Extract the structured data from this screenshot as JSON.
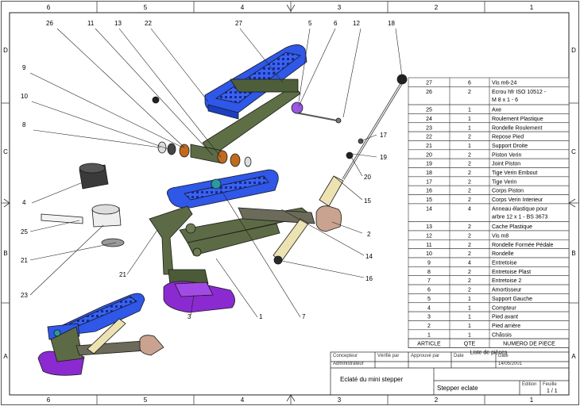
{
  "zones": {
    "columns": [
      "6",
      "5",
      "4",
      "3",
      "2",
      "1"
    ],
    "rows": [
      "D",
      "C",
      "B",
      "A"
    ]
  },
  "callouts": [
    "26",
    "11",
    "13",
    "22",
    "27",
    "5",
    "6",
    "12",
    "18",
    "9",
    "10",
    "8",
    "4",
    "25",
    "21",
    "21",
    "23",
    "3",
    "1",
    "7",
    "16",
    "14",
    "2",
    "15",
    "20",
    "19",
    "17"
  ],
  "parts_list": {
    "caption": "Liste de pièces",
    "header": {
      "article": "ARTICLE",
      "qty": "QTE",
      "name": "NUMERO DE PIECE"
    },
    "rows": [
      {
        "article": "27",
        "qty": "6",
        "name": "Vis m6-24"
      },
      {
        "article": "26",
        "qty": "2",
        "name": "Ecrou hfr ISO 10512 - M 8 x 1 - 6"
      },
      {
        "article": "25",
        "qty": "1",
        "name": "Axe"
      },
      {
        "article": "24",
        "qty": "1",
        "name": "Roulement Plastique"
      },
      {
        "article": "23",
        "qty": "1",
        "name": "Rondelle Roulement"
      },
      {
        "article": "22",
        "qty": "2",
        "name": "Repose Pied"
      },
      {
        "article": "21",
        "qty": "1",
        "name": "Support Droite"
      },
      {
        "article": "20",
        "qty": "2",
        "name": "Piston Verin"
      },
      {
        "article": "19",
        "qty": "2",
        "name": "Joint Piston"
      },
      {
        "article": "18",
        "qty": "2",
        "name": "Tige Verin Embout"
      },
      {
        "article": "17",
        "qty": "2",
        "name": "Tige Verin"
      },
      {
        "article": "16",
        "qty": "2",
        "name": "Corps Piston"
      },
      {
        "article": "15",
        "qty": "2",
        "name": "Corps Verin Interieur"
      },
      {
        "article": "14",
        "qty": "4",
        "name": "Anneau élastique pour arbre 12 x 1 - BS 3673"
      },
      {
        "article": "13",
        "qty": "2",
        "name": "Cache Plastique"
      },
      {
        "article": "12",
        "qty": "2",
        "name": "Vis m8"
      },
      {
        "article": "11",
        "qty": "2",
        "name": "Rondelle Formée Pédale"
      },
      {
        "article": "10",
        "qty": "2",
        "name": "Rondelle"
      },
      {
        "article": "9",
        "qty": "4",
        "name": "Entretoise"
      },
      {
        "article": "8",
        "qty": "2",
        "name": "Entretoise Plast"
      },
      {
        "article": "7",
        "qty": "2",
        "name": "Entretoise 2"
      },
      {
        "article": "6",
        "qty": "2",
        "name": "Amortisseur"
      },
      {
        "article": "5",
        "qty": "1",
        "name": "Support Gauche"
      },
      {
        "article": "4",
        "qty": "1",
        "name": "Compteur"
      },
      {
        "article": "3",
        "qty": "1",
        "name": "Pied avant"
      },
      {
        "article": "2",
        "qty": "1",
        "name": "Pied arrière"
      },
      {
        "article": "1",
        "qty": "1",
        "name": "Châssis"
      }
    ]
  },
  "title_block": {
    "concepteur_label": "Concepteur",
    "concepteur_value": "Administrateur",
    "verifie_label": "Vérifié par",
    "approuve_label": "Approuvé par",
    "date_label": "Date",
    "date_label2": "Date",
    "date_value": "14/05/2001",
    "description": "Eclaté du mini stepper",
    "drawing_title": "Stepper eclate",
    "sheet_label": "Feuille",
    "sheet_value": "1 / 1",
    "edition_label": "Edition"
  },
  "colors": {
    "pedal": "#2f57e8",
    "frame": "#5c6b45",
    "foot": "#8a2ad0",
    "rear_foot": "#c9a38f",
    "cylinder": "#ece2b2",
    "bronze": "#c06a1e"
  }
}
